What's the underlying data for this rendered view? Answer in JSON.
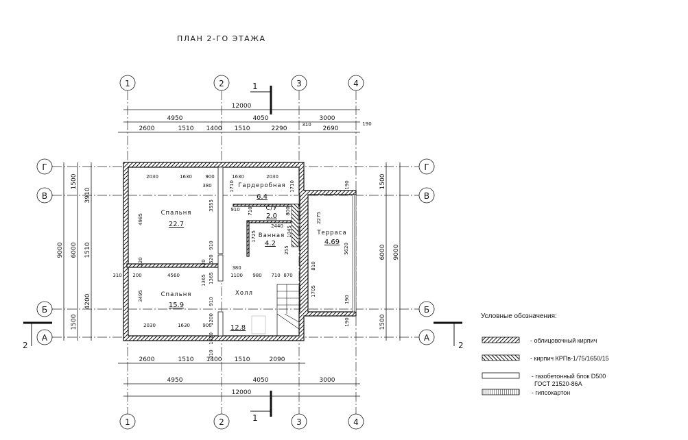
{
  "title": "ПЛАН 2-ГО ЭТАЖА",
  "axes": {
    "num": [
      "1",
      "2",
      "3",
      "4"
    ],
    "let": [
      "Г",
      "В",
      "Б",
      "А"
    ]
  },
  "section_mark": {
    "top": "1",
    "bottom": "1",
    "left": "2",
    "right": "2"
  },
  "dims": {
    "top_total": "12000",
    "top_mid": [
      "4950",
      "4050",
      "3000"
    ],
    "top_row": [
      "2600",
      "1510",
      "1400",
      "1510",
      "2290",
      "310",
      "2690",
      "190"
    ],
    "bottom_row": [
      "2600",
      "1510",
      "1400",
      "1510",
      "2090"
    ],
    "bottom_mid": [
      "4950",
      "4050",
      "3000"
    ],
    "bottom_total": "12000",
    "left_outer": "9000",
    "left_mid": [
      "1500",
      "6000",
      "1500"
    ],
    "left_inner": [
      "3910",
      "1510",
      "4200"
    ],
    "right_mid": [
      "1500",
      "6000",
      "1500"
    ],
    "right_outer": "9000",
    "inner": [
      "2030",
      "1630",
      "900",
      "1630",
      "2030",
      "380",
      "1710",
      "1710",
      "910",
      "710",
      "800",
      "3555",
      "4985",
      "910",
      "520",
      "120",
      "120",
      "2440",
      "1725",
      "1045",
      "255",
      "2275",
      "5620",
      "810",
      "1705",
      "190",
      "190",
      "190",
      "310",
      "200",
      "4560",
      "380",
      "1100",
      "980",
      "710",
      "870",
      "1365",
      "3495",
      "910",
      "2030",
      "1630",
      "900",
      "1200",
      "1020",
      "310",
      "1365"
    ]
  },
  "rooms": [
    {
      "name": "Спальня",
      "area": "22.7"
    },
    {
      "name": "Гардеробная",
      "area": "6.4"
    },
    {
      "name": "С/У",
      "area": "2.0"
    },
    {
      "name": "Ванная",
      "area": "4.2"
    },
    {
      "name": "Терраса",
      "area": "4.69"
    },
    {
      "name": "Спальня",
      "area": "15.9"
    },
    {
      "name": "Холл",
      "area": "12.8"
    }
  ],
  "legend": {
    "title": "Условные обозначения:",
    "items": [
      {
        "pattern": "brick-hatch-icon",
        "label": "- облицовочный кирпич"
      },
      {
        "pattern": "brick2-hatch-icon",
        "label": "- кирпич КРПв-1/75/1650/15"
      },
      {
        "pattern": "gasblock-icon",
        "label": "- газобетонный блок D500",
        "label2": "ГОСТ 21520-86А"
      },
      {
        "pattern": "drywall-icon",
        "label": "- гипсокартон"
      }
    ]
  }
}
